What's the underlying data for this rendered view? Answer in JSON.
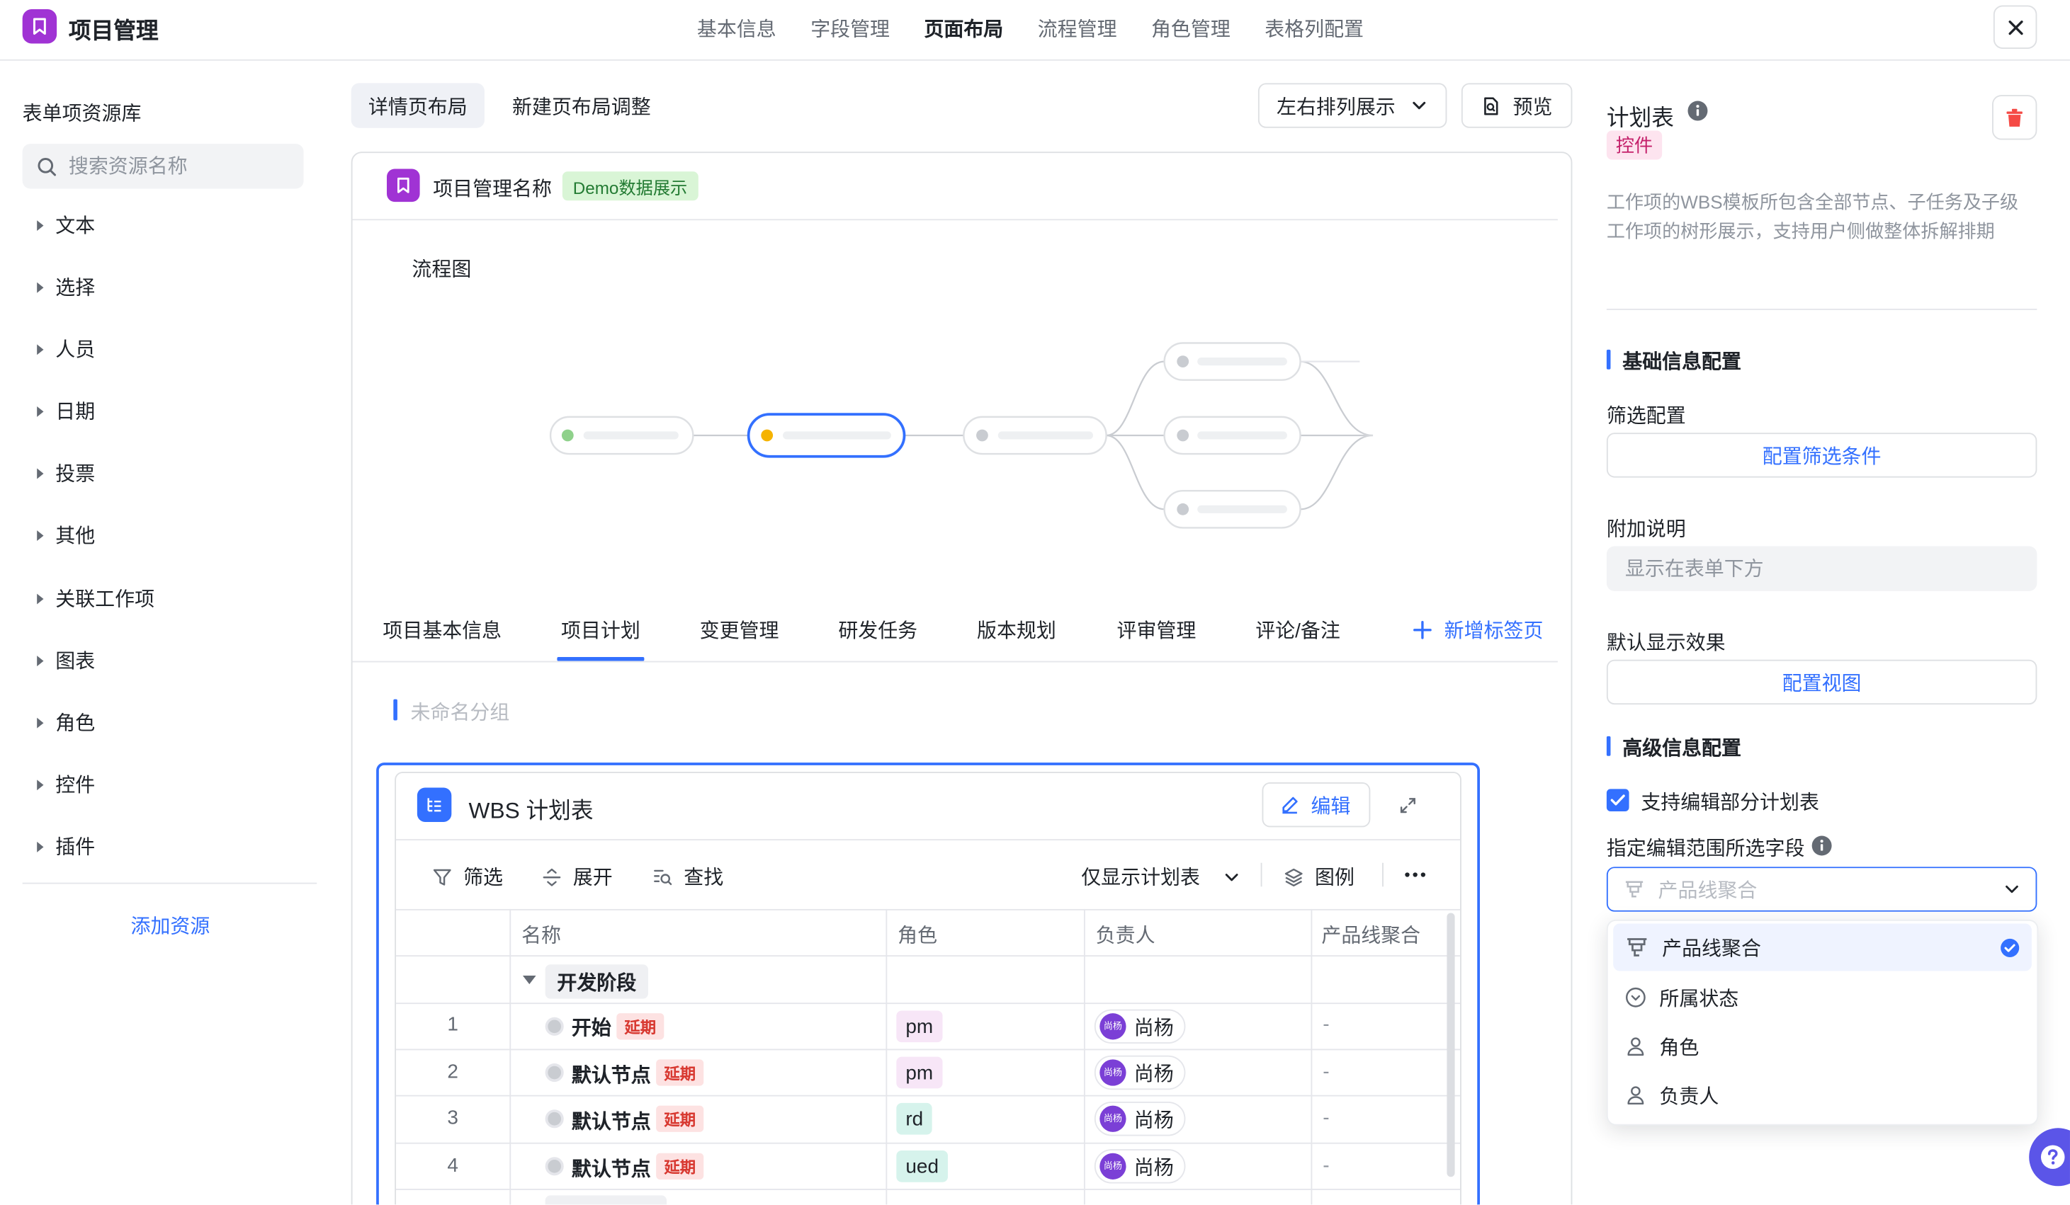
{
  "header": {
    "app_title": "项目管理",
    "tabs": [
      "基本信息",
      "字段管理",
      "页面布局",
      "流程管理",
      "角色管理",
      "表格列配置"
    ],
    "active_tab": "页面布局"
  },
  "sidebar": {
    "title": "表单项资源库",
    "search_placeholder": "搜索资源名称",
    "categories": [
      "文本",
      "选择",
      "人员",
      "日期",
      "投票",
      "其他",
      "关联工作项",
      "图表",
      "角色",
      "控件",
      "插件"
    ],
    "add_resource": "添加资源"
  },
  "layout": {
    "tabs": [
      "详情页布局",
      "新建页布局调整"
    ],
    "active_tab": "详情页布局",
    "arrange_select": "左右排列展示",
    "preview": "预览"
  },
  "card": {
    "title": "项目管理名称",
    "badge": "Demo数据展示",
    "flow_title": "流程图",
    "page_tabs": [
      "项目基本信息",
      "项目计划",
      "变更管理",
      "研发任务",
      "版本规划",
      "评审管理",
      "评论/备注"
    ],
    "active_page_tab": "项目计划",
    "add_tab": "新增标签页",
    "group_label": "未命名分组"
  },
  "wbs": {
    "title": "WBS 计划表",
    "edit": "编辑",
    "toolbar": {
      "filter": "筛选",
      "expand": "展开",
      "find": "查找",
      "view_select": "仅显示计划表",
      "legend": "图例"
    },
    "columns": [
      "名称",
      "角色",
      "负责人",
      "产品线聚合"
    ],
    "stage": "开发阶段",
    "rows": [
      {
        "num": "1",
        "name": "开始",
        "tag": "延期",
        "role": "pm",
        "owner": "尚杨",
        "avatar": "尚杨",
        "product": "-"
      },
      {
        "num": "2",
        "name": "默认节点",
        "tag": "延期",
        "role": "pm",
        "owner": "尚杨",
        "avatar": "尚杨",
        "product": "-"
      },
      {
        "num": "3",
        "name": "默认节点",
        "tag": "延期",
        "role": "rd",
        "owner": "尚杨",
        "avatar": "尚杨",
        "product": "-"
      },
      {
        "num": "4",
        "name": "默认节点",
        "tag": "延期",
        "role": "ued",
        "owner": "尚杨",
        "avatar": "尚杨",
        "product": "-"
      }
    ]
  },
  "panel": {
    "title": "计划表",
    "badge": "控件",
    "description": "工作项的WBS模板所包含全部节点、子任务及子级工作项的树形展示，支持用户侧做整体拆解排期",
    "basic_section": "基础信息配置",
    "filter_label": "筛选配置",
    "filter_button": "配置筛选条件",
    "note_label": "附加说明",
    "note_placeholder": "显示在表单下方",
    "default_label": "默认显示效果",
    "view_button": "配置视图",
    "advanced_section": "高级信息配置",
    "support_edit": "支持编辑部分计划表",
    "range_label": "指定编辑范围所选字段",
    "dropdown_placeholder": "产品线聚合",
    "options": [
      "产品线聚合",
      "所属状态",
      "角色",
      "负责人"
    ],
    "selected_option": "产品线聚合"
  },
  "colors": {
    "primary": "#3370ff",
    "brand": "#a033d4",
    "danger": "#f54a45",
    "delay_bg": "#fde2e2",
    "help": "#5b55e8"
  }
}
